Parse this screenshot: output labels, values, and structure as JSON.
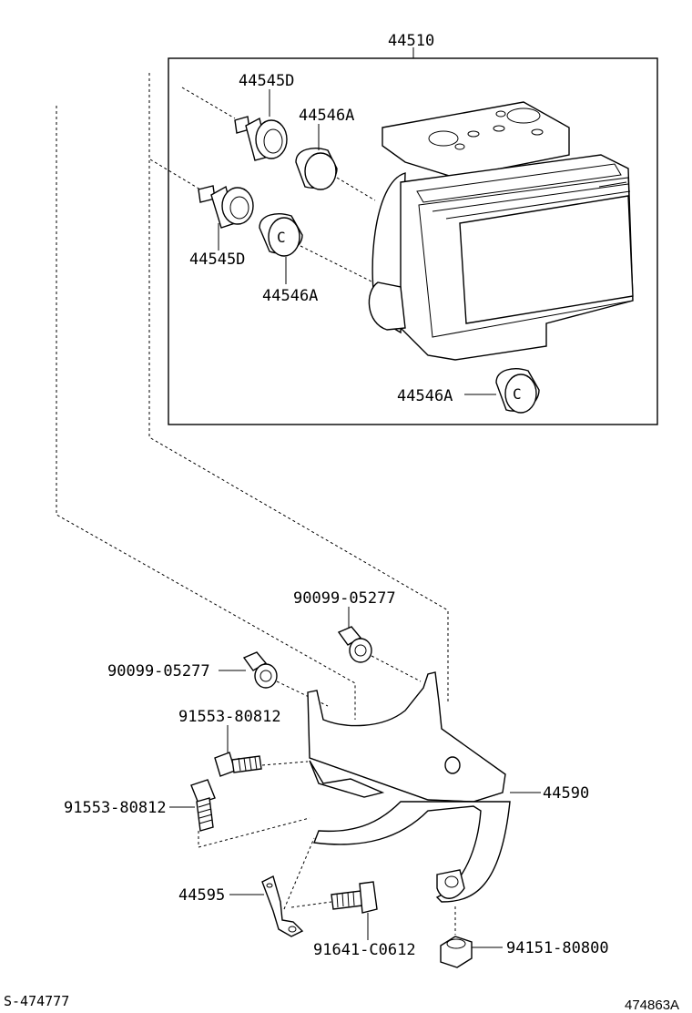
{
  "labels": {
    "assembly_44510": "44510",
    "spacer_44545d_top": "44545D",
    "cushion_44546a_top": "44546A",
    "spacer_44545d_mid": "44545D",
    "cushion_44546a_mid": "44546A",
    "cushion_44546a_bottom": "44546A",
    "nut_90099_upper": "90099-05277",
    "nut_90099_lower": "90099-05277",
    "bolt_91553_upper": "91553-80812",
    "bolt_91553_lower": "91553-80812",
    "bracket_44590": "44590",
    "bracket_44595": "44595",
    "bolt_91641": "91641-C0612",
    "nut_94151": "94151-80800"
  },
  "footer": {
    "left_code": "S-474777",
    "right_code": "474863A"
  }
}
